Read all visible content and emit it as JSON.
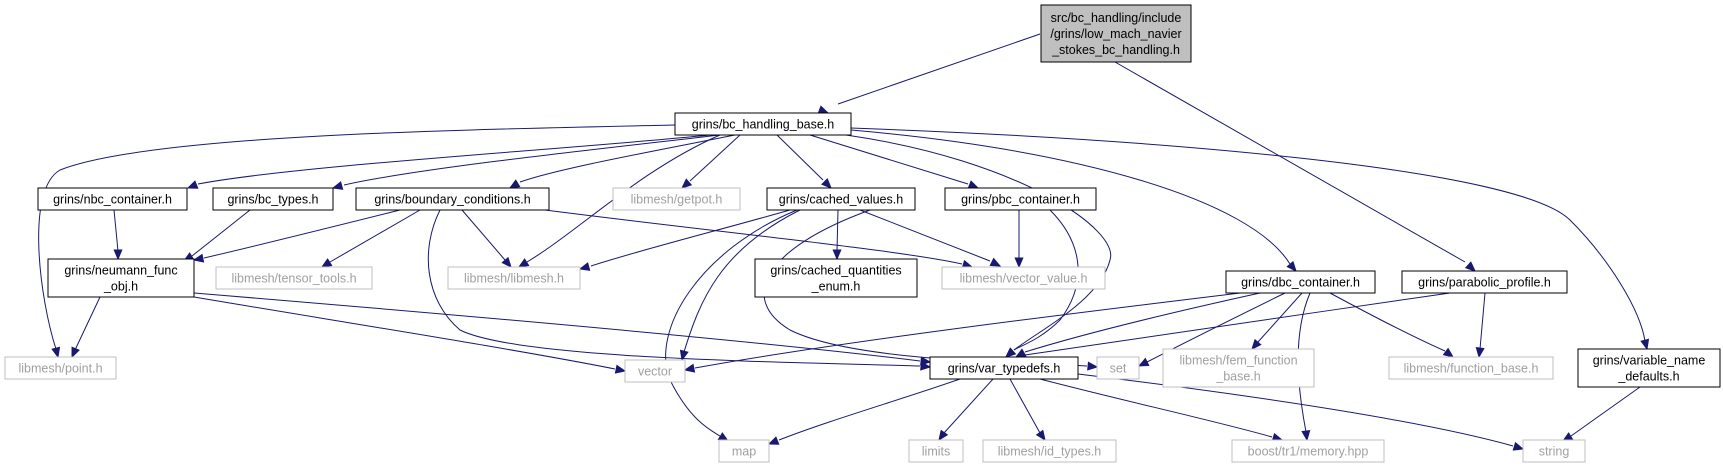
{
  "nodes": {
    "root": [
      "src/bc_handling/include",
      "/grins/low_mach_navier",
      "_stokes_bc_handling.h"
    ],
    "bc_handling_base": [
      "grins/bc_handling_base.h"
    ],
    "nbc_container": [
      "grins/nbc_container.h"
    ],
    "bc_types": [
      "grins/bc_types.h"
    ],
    "boundary_conditions": [
      "grins/boundary_conditions.h"
    ],
    "getpot": [
      "libmesh/getpot.h"
    ],
    "cached_values": [
      "grins/cached_values.h"
    ],
    "pbc_container": [
      "grins/pbc_container.h"
    ],
    "neumann_func_obj": [
      "grins/neumann_func",
      "_obj.h"
    ],
    "tensor_tools": [
      "libmesh/tensor_tools.h"
    ],
    "libmesh": [
      "libmesh/libmesh.h"
    ],
    "cached_quantities_enum": [
      "grins/cached_quantities",
      "_enum.h"
    ],
    "vector_value": [
      "libmesh/vector_value.h"
    ],
    "dbc_container": [
      "grins/dbc_container.h"
    ],
    "parabolic_profile": [
      "grins/parabolic_profile.h"
    ],
    "point": [
      "libmesh/point.h"
    ],
    "vector": [
      "vector"
    ],
    "var_typedefs": [
      "grins/var_typedefs.h"
    ],
    "set": [
      "set"
    ],
    "fem_function_base": [
      "libmesh/fem_function",
      "_base.h"
    ],
    "function_base": [
      "libmesh/function_base.h"
    ],
    "variable_name_defaults": [
      "grins/variable_name",
      "_defaults.h"
    ],
    "map": [
      "map"
    ],
    "limits": [
      "limits"
    ],
    "id_types": [
      "libmesh/id_types.h"
    ],
    "memory": [
      "boost/tr1/memory.hpp"
    ],
    "string": [
      "string"
    ]
  },
  "colors": {
    "edge": "#191970",
    "root_fill": "#bfbfbf",
    "external_border": "#bfbfbf",
    "external_text": "#a0a0a0"
  }
}
